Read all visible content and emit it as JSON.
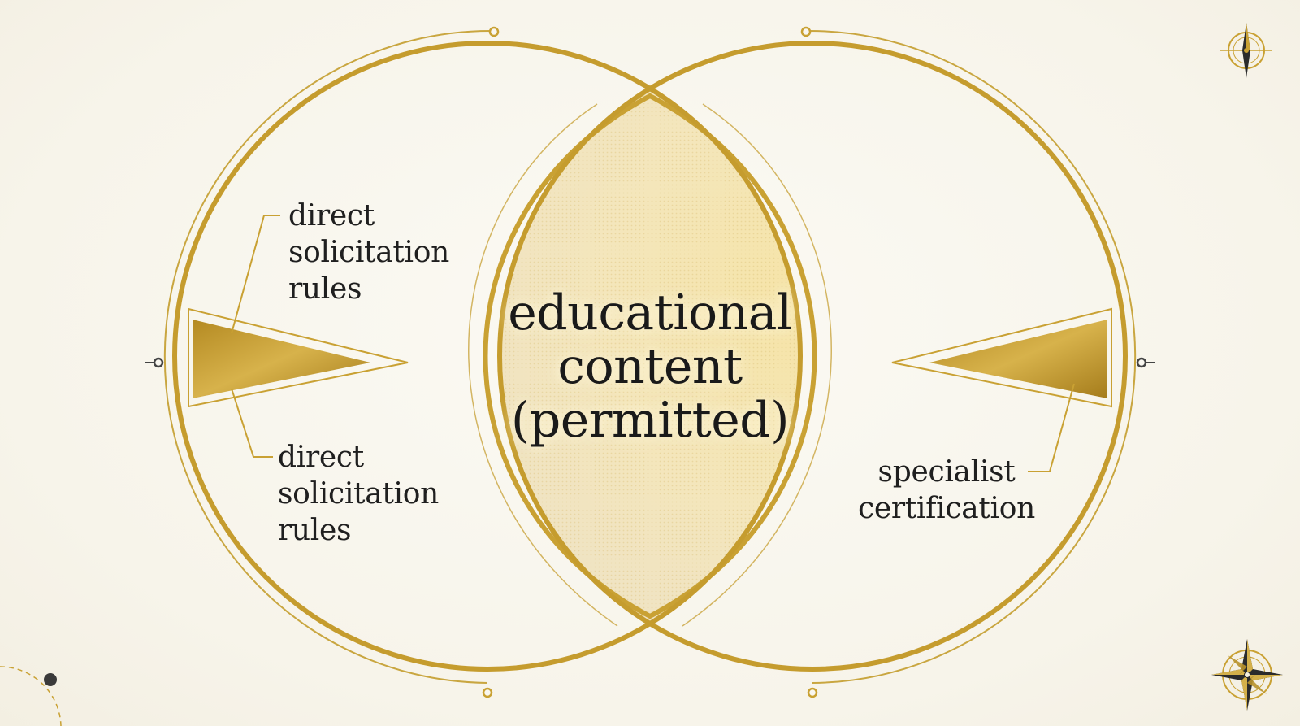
{
  "diagram": {
    "center_label": {
      "lines": [
        "educational",
        "content",
        "(permitted)"
      ]
    },
    "left_labels": [
      {
        "lines": [
          "direct",
          "solicitation",
          "rules"
        ]
      },
      {
        "lines": [
          "direct",
          "solicitation",
          "rules"
        ]
      }
    ],
    "right_label": {
      "lines": [
        "specialist",
        "certification"
      ]
    }
  },
  "colors": {
    "gold": "#c9a133",
    "gold_dark": "#a8801f",
    "text": "#1f1f1f",
    "background": "#f9f7f0",
    "lens_fill": "#f3dfa0"
  },
  "icons": [
    "compass-star-icon",
    "compass-star-icon"
  ]
}
